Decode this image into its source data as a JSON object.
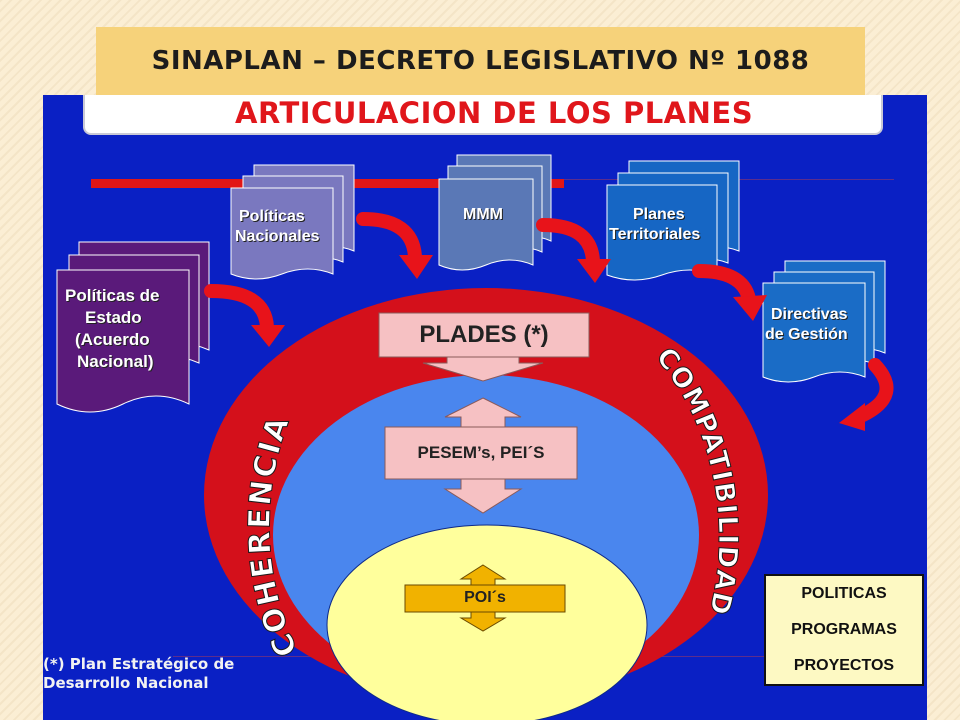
{
  "slide": {
    "title": "SINAPLAN – DECRETO LEGISLATIVO Nº 1088"
  },
  "diagram": {
    "header": "ARTICULACION DE LOS PLANES",
    "documents": {
      "politicas_estado": [
        "Políticas de",
        "Estado",
        "(Acuerdo",
        "Nacional)"
      ],
      "politicas_nacionales": [
        "Políticas",
        "Nacionales"
      ],
      "mmm": [
        "MMM"
      ],
      "planes_territoriales": [
        "Planes",
        "Territoriales"
      ],
      "directivas": [
        "Directivas",
        "de Gestión"
      ]
    },
    "boxes": {
      "plades": "PLADES (*)",
      "pesem": "PESEM’s, PEI´S",
      "poi": "POI´s"
    },
    "ring_words": {
      "left": "COHERENCIA",
      "right": "COMPATIBILIDAD"
    },
    "legend": [
      "POLITICAS",
      "PROGRAMAS",
      "PROYECTOS"
    ],
    "footnote": [
      "(*) Plan Estratégico de",
      "Desarrollo Nacional"
    ],
    "colors": {
      "background_blue": "#0a20c4",
      "outer_ellipse": "#d4101b",
      "middle_ellipse": "#4a86ee",
      "inner_ellipse": "#ffff9c",
      "arrow_red": "#e8131a",
      "box_pink": "#f6c1c3",
      "box_gold": "#f1b200"
    }
  }
}
